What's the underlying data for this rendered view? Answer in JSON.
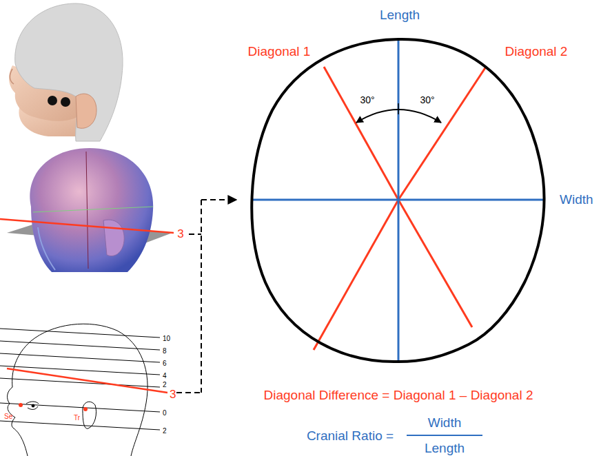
{
  "diagram": {
    "labels": [
      "Length",
      "Diagonal 1",
      "Diagonal 2",
      "30°",
      "30°",
      "Width",
      "Diagonal Difference = Diagonal 1 – Diagonal 2",
      "Cranial Ratio =",
      "Width",
      "Length",
      "3",
      "10",
      "8",
      "6",
      "4",
      "2",
      "3",
      "0",
      "2",
      "Se",
      "Tr"
    ]
  }
}
